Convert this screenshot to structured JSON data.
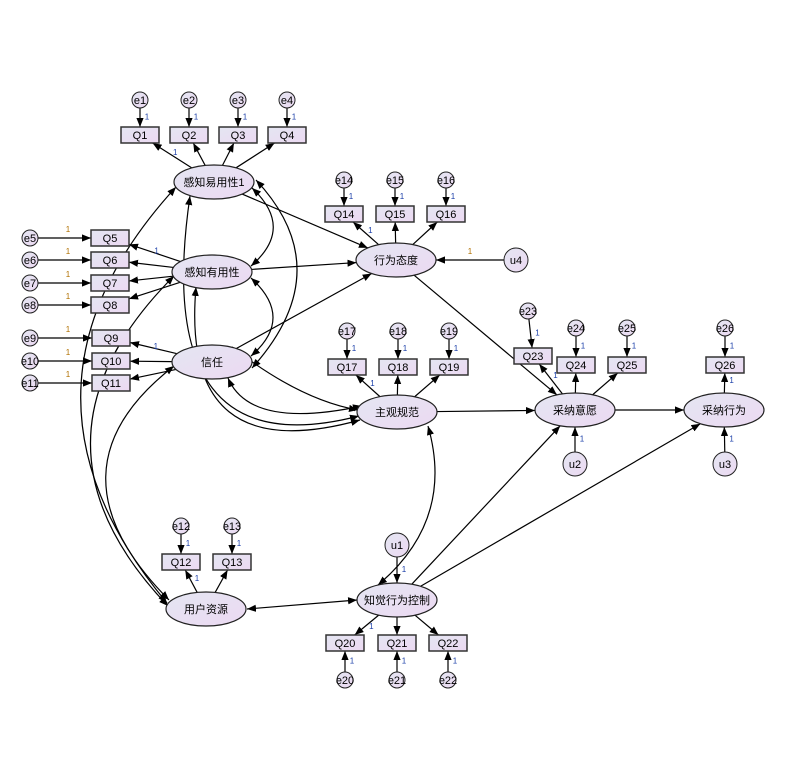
{
  "diagram": {
    "loading_label": "1",
    "latents": {
      "peou": "感知易用性1",
      "pu": "感知有用性",
      "trust": "信任",
      "att": "行为态度",
      "sn": "主观规范",
      "bi": "采纳意愿",
      "ab": "采纳行为",
      "res": "用户资源",
      "pbc": "知觉行为控制"
    },
    "observed": [
      "Q1",
      "Q2",
      "Q3",
      "Q4",
      "Q5",
      "Q6",
      "Q7",
      "Q8",
      "Q9",
      "Q10",
      "Q11",
      "Q12",
      "Q13",
      "Q14",
      "Q15",
      "Q16",
      "Q17",
      "Q18",
      "Q19",
      "Q20",
      "Q21",
      "Q22",
      "Q23",
      "Q24",
      "Q25",
      "Q26"
    ],
    "errors": [
      "e1",
      "e2",
      "e3",
      "e4",
      "e5",
      "e6",
      "e7",
      "e8",
      "e9",
      "e10",
      "e11",
      "e12",
      "e13",
      "e14",
      "e15",
      "e16",
      "e17",
      "e18",
      "e19",
      "e20",
      "e21",
      "e22",
      "e23",
      "e24",
      "e25",
      "e26"
    ],
    "disturbances": {
      "u1": "u1",
      "u2": "u2",
      "u3": "u3",
      "u4": "u4"
    },
    "colors": {
      "node_fill_a": "#e4e6f2",
      "node_fill_b": "#ecd9f2",
      "stroke": "#222222"
    }
  }
}
